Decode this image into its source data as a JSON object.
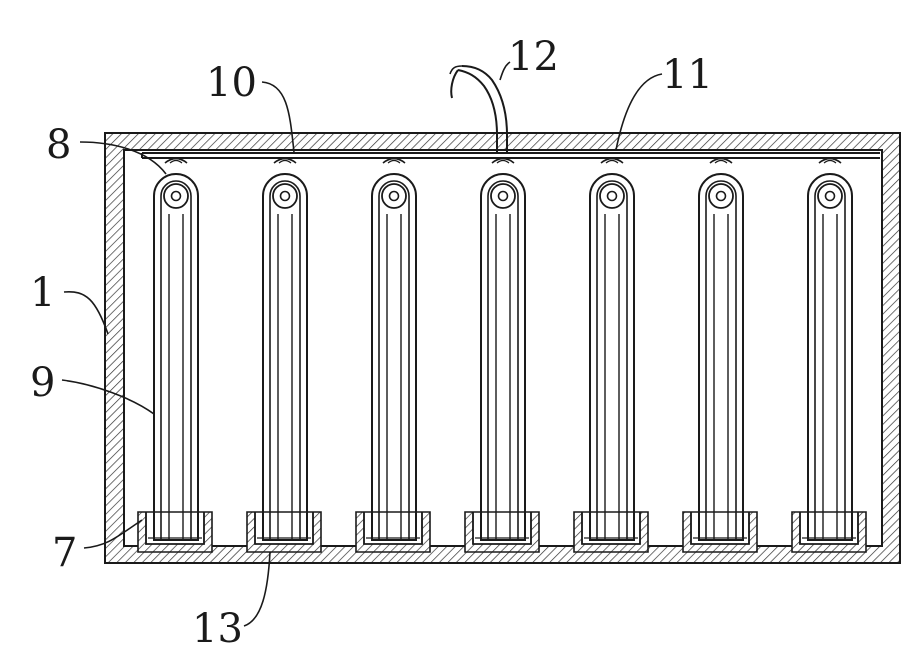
{
  "labels": {
    "housing": "1",
    "tray": "7",
    "pulley": "8",
    "belt": "9",
    "pipe": "10",
    "nozzle": "11",
    "hose": "12",
    "base": "13"
  },
  "assembly": {
    "unit_count": 7
  },
  "colors": {
    "ink": "#1a1a1a",
    "background": "#ffffff"
  }
}
